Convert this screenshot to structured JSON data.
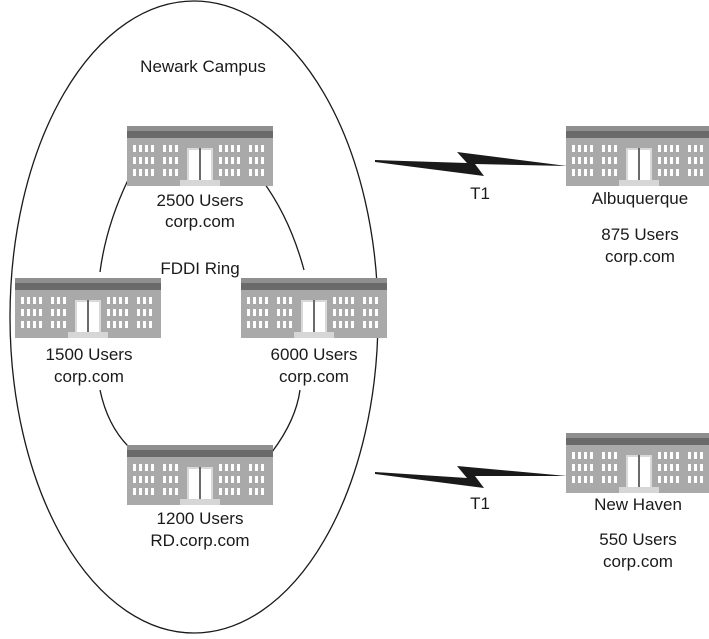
{
  "campus": {
    "title": "Newark Campus",
    "ring_label": "FDDI Ring"
  },
  "sites": {
    "hq_top": {
      "users": "2500 Users",
      "domain": "corp.com"
    },
    "hq_left": {
      "users": "1500 Users",
      "domain": "corp.com"
    },
    "hq_right": {
      "users": "6000 Users",
      "domain": "corp.com"
    },
    "hq_bottom": {
      "users": "1200 Users",
      "domain": "RD.corp.com"
    },
    "albuquerque": {
      "name": "Albuquerque",
      "users": "875 Users",
      "domain": "corp.com"
    },
    "new_haven": {
      "name": "New Haven",
      "users": "550 Users",
      "domain": "corp.com"
    }
  },
  "links": {
    "top": "T1",
    "bottom": "T1"
  },
  "colors": {
    "building_roof": "#8f8f8f",
    "building_band": "#6a6a6a",
    "building_body": "#a9a9a9",
    "window": "#ffffff",
    "line": "#1a1a1a"
  }
}
